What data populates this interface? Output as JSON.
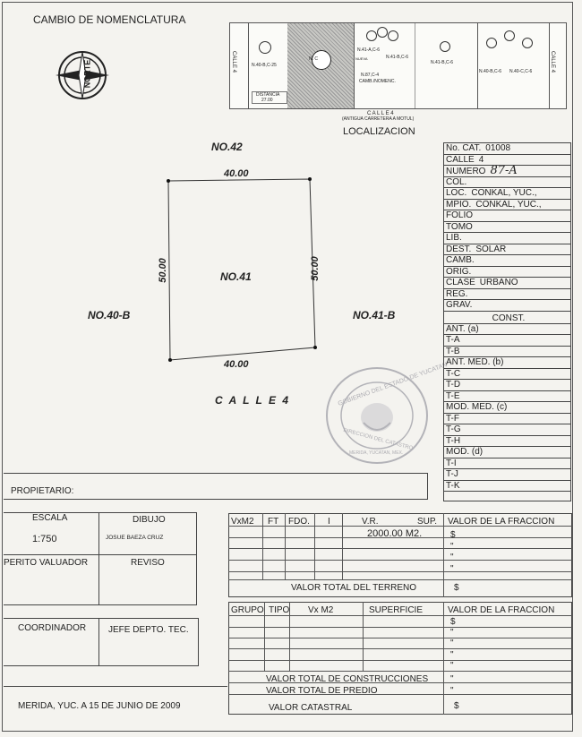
{
  "header": {
    "title": "CAMBIO DE NOMENCLATURA"
  },
  "compass": {
    "label": "NORTE"
  },
  "location_map": {
    "street_vertical_left": "CALLE 4",
    "street_vertical_right": "CALLE 4",
    "lots": [
      "N.40-B,C-25",
      "N. C",
      "N.41-A,C-6",
      "N.41-B,C-6",
      "N.41-B,C-6",
      "N.40-B,C-6",
      "N.40-C,C-6"
    ],
    "notes": [
      "NUEVA",
      "N.87,C-4",
      "CAMB./NOMENC."
    ],
    "distance_label": "DISTANCIA",
    "distance_value": "27.00",
    "street_bottom": "C A L L E  4",
    "street_bottom_sub": "(ANTIGUA CARRETERA A MOTUL)",
    "caption": "LOCALIZACION"
  },
  "plan": {
    "north_label": "NO.42",
    "west_label": "NO.40-B",
    "east_label": "NO.41-B",
    "center_label": "NO.41",
    "street_label": "C A L L E  4",
    "top_dim": "40.00",
    "bottom_dim": "40.00",
    "left_dim": "50.00",
    "right_dim": "50.00"
  },
  "seal": {
    "outer_text": "GOBIERNO DEL ESTADO DE YUCATAN",
    "inner_text": "DIRECCION DEL CATASTRO",
    "city": "MERIDA, YUCATAN, MEX."
  },
  "side_panel": {
    "rows": [
      {
        "label": "No. CAT.",
        "value": "01008"
      },
      {
        "label": "CALLE",
        "value": "4"
      },
      {
        "label": "NUMERO",
        "value": "87-A"
      },
      {
        "label": "COL.",
        "value": ""
      },
      {
        "label": "LOC.",
        "value": "CONKAL, YUC.,"
      },
      {
        "label": "MPIO.",
        "value": "CONKAL, YUC.,"
      },
      {
        "label": "FOLIO",
        "value": ""
      },
      {
        "label": "TOMO",
        "value": ""
      },
      {
        "label": "LIB.",
        "value": ""
      },
      {
        "label": "DEST.",
        "value": "SOLAR"
      },
      {
        "label": "CAMB.",
        "value": ""
      },
      {
        "label": "ORIG.",
        "value": ""
      },
      {
        "label": "CLASE",
        "value": "URBANO"
      },
      {
        "label": "REG.",
        "value": ""
      },
      {
        "label": "GRAV.",
        "value": ""
      }
    ],
    "const_header": "CONST.",
    "const_rows": [
      "ANT. (a)",
      "T-A",
      "T-B",
      "ANT. MED. (b)",
      "T-C",
      "T-D",
      "T-E",
      "MOD. MED. (c)",
      "T-F",
      "T-G",
      "T-H",
      "MOD. (d)",
      "T-I",
      "T-J",
      "T-K"
    ]
  },
  "owner": {
    "label": "PROPIETARIO:"
  },
  "left_block": {
    "escala_label": "ESCALA",
    "escala_value": "1:750",
    "dibujo_label": "DIBUJO",
    "dibujo_value": "JOSUE BAEZA CRUZ",
    "perito_label": "PERITO VALUADOR",
    "reviso_label": "REVISO",
    "coordinador_label": "COORDINADOR",
    "jefe_label": "JEFE DEPTO. TEC.",
    "footer": "MERIDA, YUC. A 15 DE JUNIO DE 2009"
  },
  "land_table": {
    "headers": [
      "VxM2",
      "FT",
      "FDO.",
      "I",
      "V.R.",
      "SUP."
    ],
    "superficie": "2000.00 M2.",
    "value_header": "VALOR DE LA FRACCION",
    "value_rows": [
      "$",
      "\"",
      "\"",
      "\""
    ],
    "total_label": "VALOR TOTAL DEL TERRENO",
    "total_value": "$"
  },
  "construction_table": {
    "headers": [
      "GRUPO",
      "TIPO",
      "Vx M2",
      "SUPERFICIE"
    ],
    "value_header": "VALOR DE LA FRACCION",
    "value_rows": [
      "$",
      "\"",
      "\"",
      "\"",
      "\""
    ],
    "total_constr_label": "VALOR TOTAL DE CONSTRUCCIONES",
    "total_constr_value": "\"",
    "total_predio_label": "VALOR TOTAL DE PREDIO",
    "total_predio_value": "\"",
    "catastral_label": "VALOR CATASTRAL",
    "catastral_value": "$"
  }
}
